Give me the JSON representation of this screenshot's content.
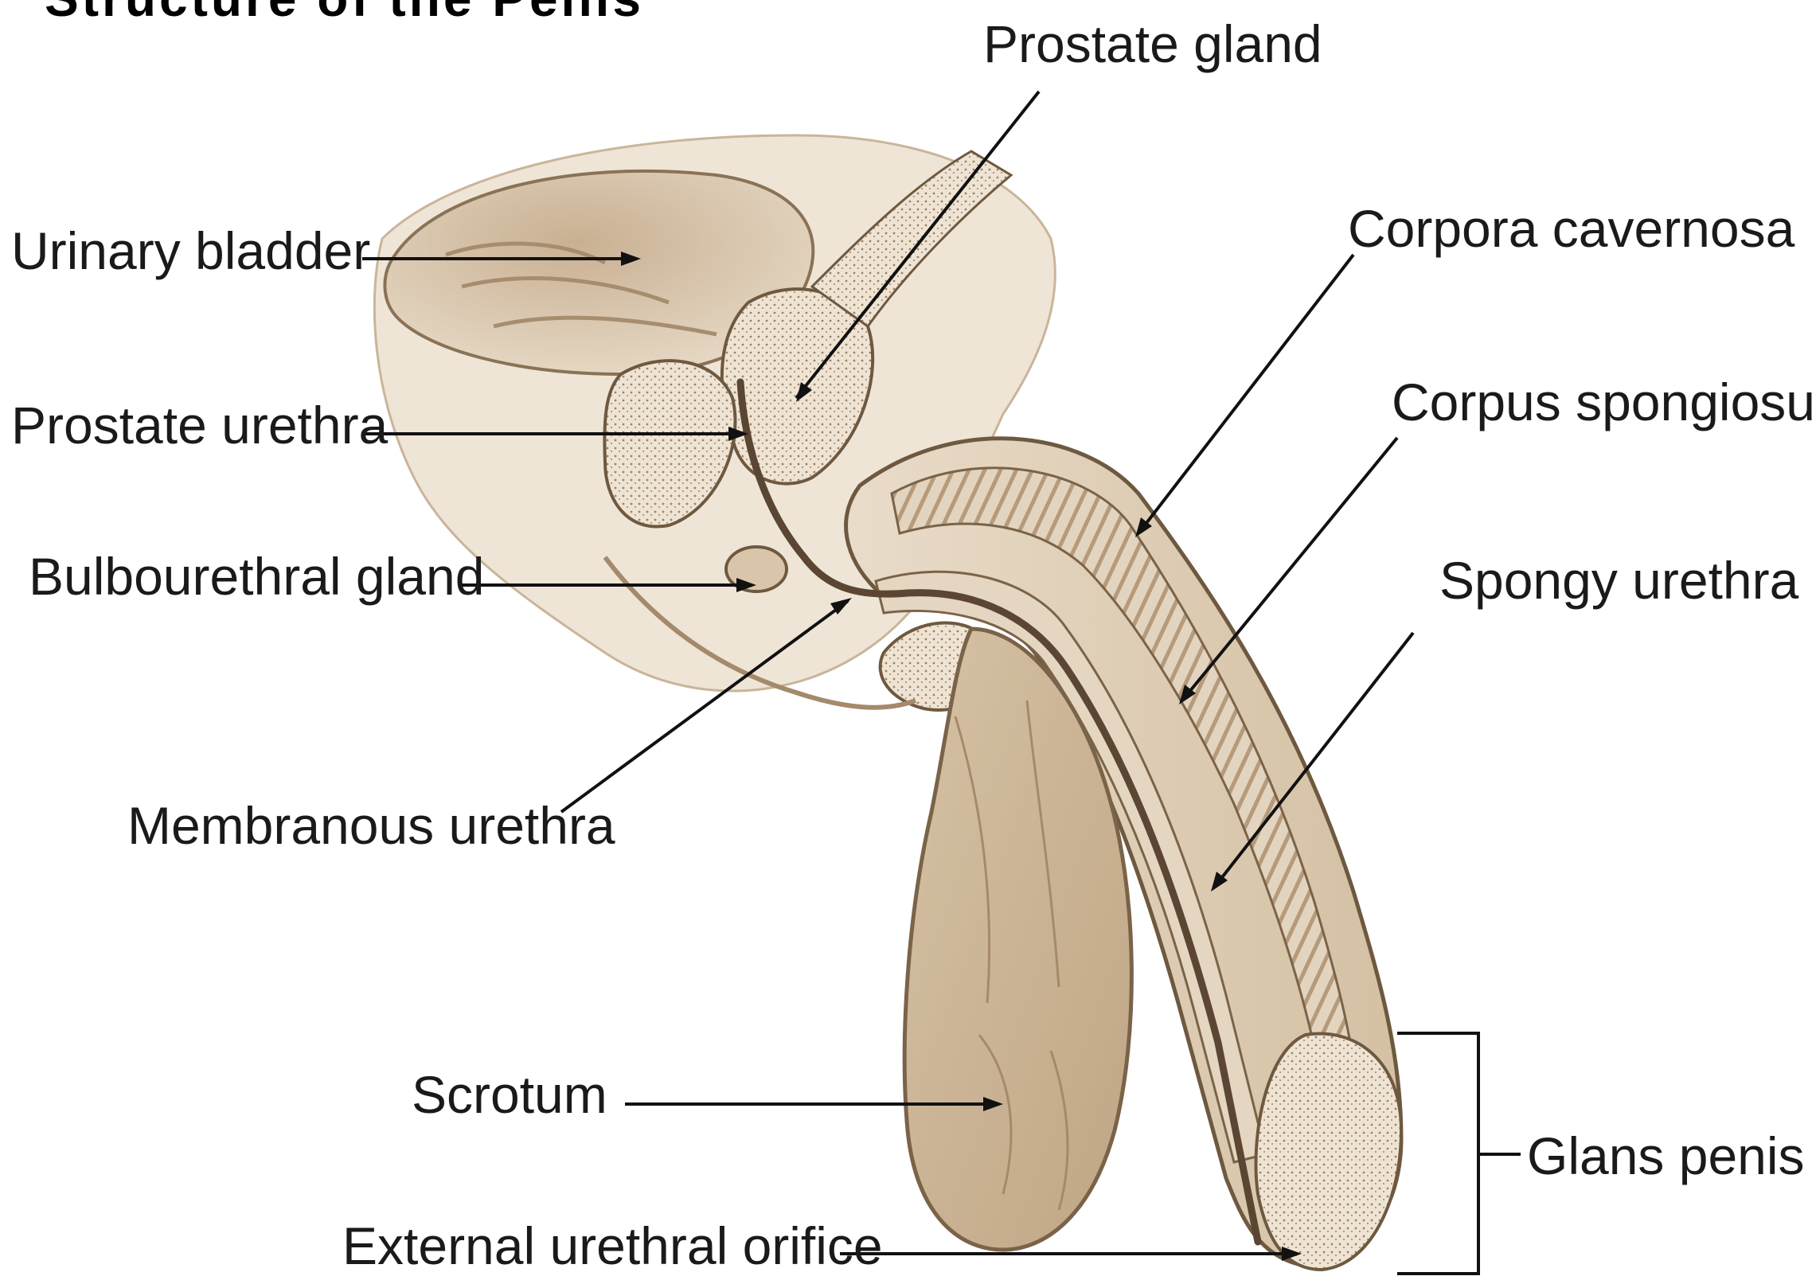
{
  "title": "Structure of the Penis",
  "labels": {
    "prostate_gland": "Prostate gland",
    "urinary_bladder": "Urinary bladder",
    "corpora_cavernosa": "Corpora cavernosa",
    "corpus_spongiosum": "Corpus spongiosum",
    "prostate_urethra": "Prostate urethra",
    "bulbourethral_gland": "Bulbourethral gland",
    "spongy_urethra": "Spongy urethra",
    "membranous_urethra": "Membranous urethra",
    "scrotum": "Scrotum",
    "glans_penis": "Glans penis",
    "external_urethral_orifice": "External urethral orifice"
  },
  "colors": {
    "tissue_base": "#d8c6ad",
    "tissue_dark": "#a88e70",
    "tissue_light": "#efe4d4",
    "outline": "#6e5940",
    "urethra": "#5a4632"
  }
}
